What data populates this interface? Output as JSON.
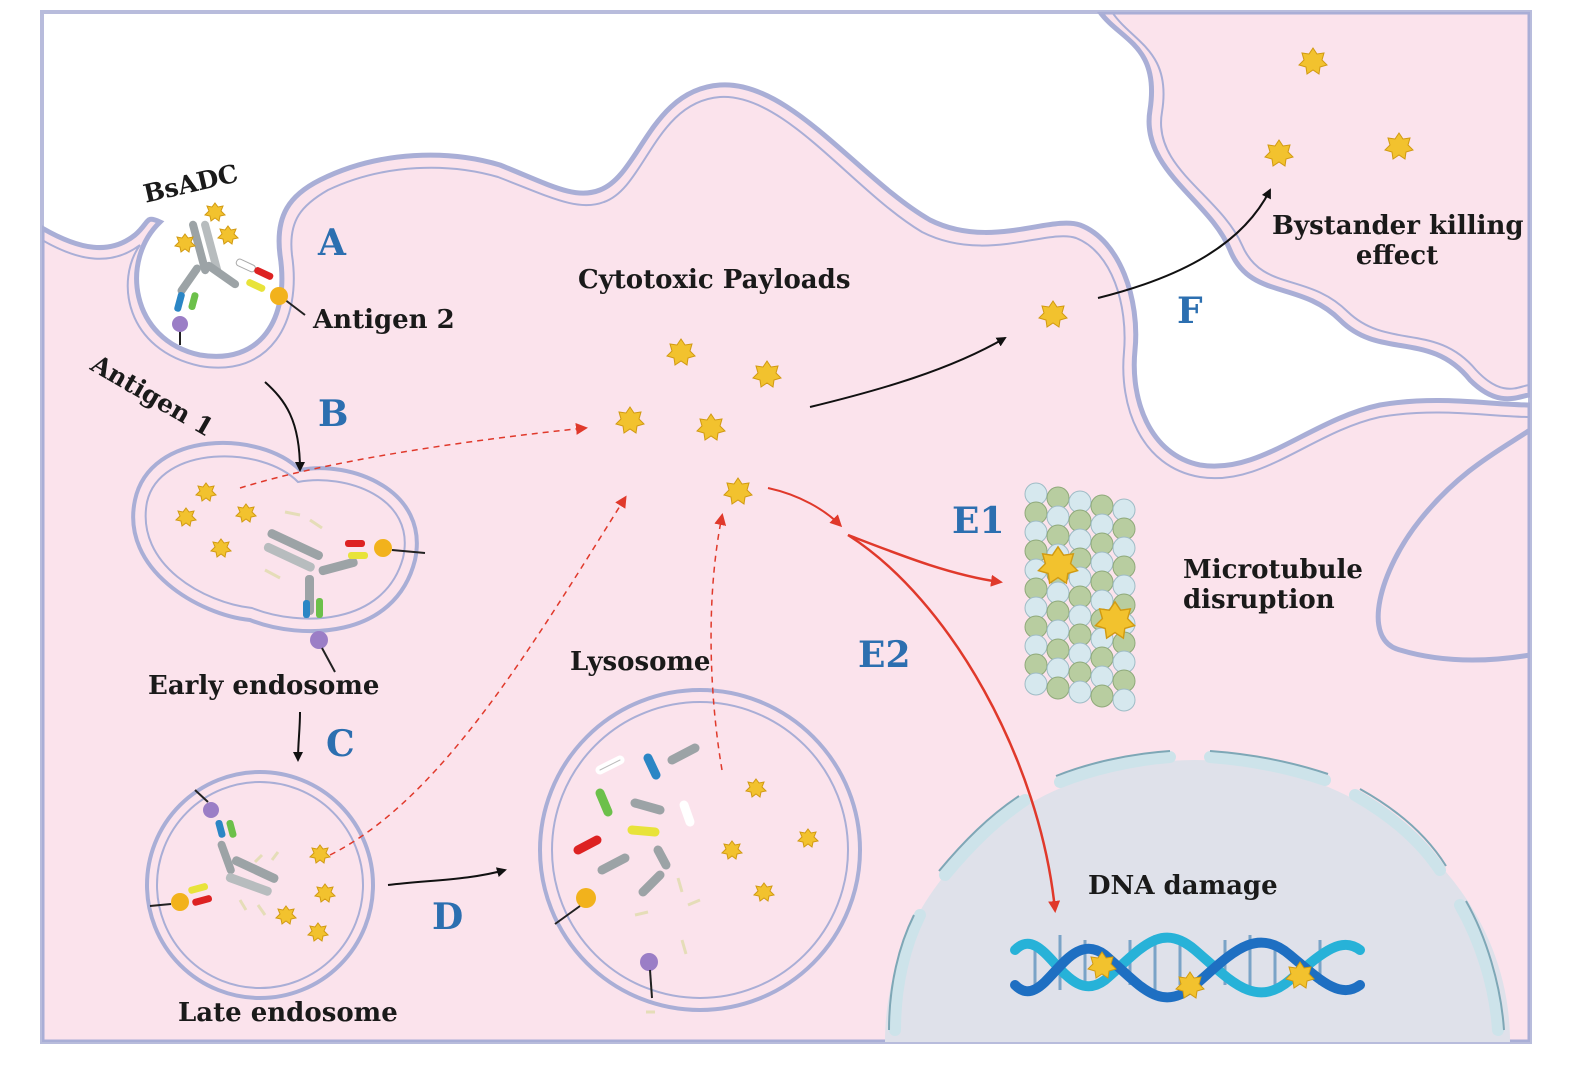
{
  "labels": {
    "bsadc": "BsADC",
    "antigen2": "Antigen 2",
    "antigen1": "Antigen 1",
    "cytotoxic_payloads": "Cytotoxic Payloads",
    "bystander_line1": "Bystander killing",
    "bystander_line2": "effect",
    "early_endosome": "Early endosome",
    "late_endosome": "Late endosome",
    "lysosome": "Lysosome",
    "microtubule_line1": "Microtubule",
    "microtubule_line2": "disruption",
    "dna_damage": "DNA damage"
  },
  "steps": {
    "a": "A",
    "b": "B",
    "c": "C",
    "d": "D",
    "e1": "E1",
    "e2": "E2",
    "f": "F"
  },
  "colors": {
    "cytoplasm": "#fbe3ec",
    "membrane": "#a9aed6",
    "payload": "#f2c22e",
    "step_label": "#2c6fb0",
    "release_arrow": "#e0392b",
    "antigen1": "#9b7ec6",
    "antigen2": "#f2b21c",
    "nucleus": "#dfe1ea",
    "dna_a": "#1e6fc2",
    "dna_b": "#27b2d8"
  }
}
